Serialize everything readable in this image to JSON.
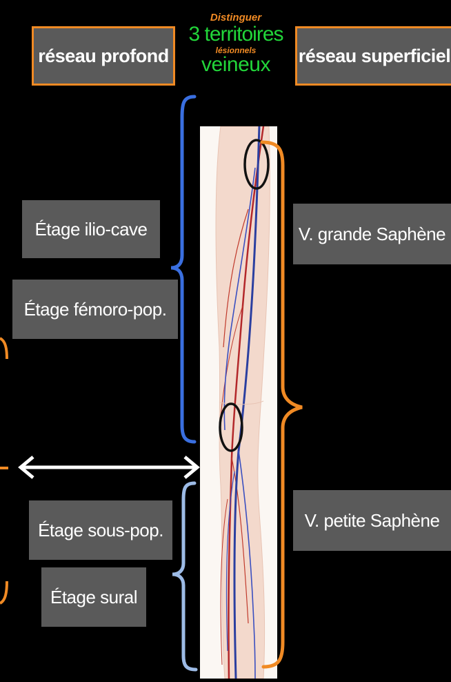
{
  "header": {
    "left_label": "réseau profond",
    "right_label": "réseau superficiel",
    "title_small_top": "Distinguer",
    "title_main": "3 territoires",
    "title_small_bottom": "lésionnels",
    "title_sub": "veineux"
  },
  "deep_network": {
    "items": [
      {
        "label": "Étage ilio-cave"
      },
      {
        "label": "Étage fémoro-pop."
      },
      {
        "label": "Étage sous-pop."
      },
      {
        "label": "Étage sural"
      }
    ]
  },
  "superficial_network": {
    "items": [
      {
        "label": "V. grande Saphène"
      },
      {
        "label": "V. petite Saphène"
      }
    ]
  },
  "colors": {
    "orange": "#f08a24",
    "green": "#22d63a",
    "blue": "#3a6fe0",
    "light_blue": "#9dbbe6",
    "box_gray": "#5a5a5a"
  }
}
